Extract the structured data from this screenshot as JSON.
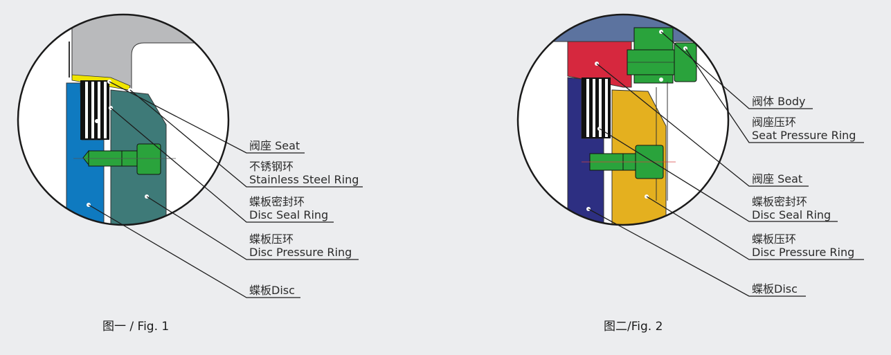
{
  "fig1": {
    "caption": "图一 / Fig. 1",
    "labels": {
      "seat": [
        "阀座 Seat"
      ],
      "steel": [
        "不锈钢环",
        "Stainless Steel Ring"
      ],
      "disc_seal": [
        "蝶板密封环",
        "Disc Seal Ring"
      ],
      "disc_pressure": [
        "蝶板压环",
        "Disc Pressure Ring"
      ],
      "disc": [
        "蝶板Disc"
      ]
    }
  },
  "fig2": {
    "caption": "图二/Fig. 2",
    "labels": {
      "body": [
        "阀体 Body"
      ],
      "seat_pressure": [
        "阀座压环",
        "Seat Pressure Ring"
      ],
      "seat": [
        "阀座 Seat"
      ],
      "disc_seal": [
        "蝶板密封环",
        "Disc Seal Ring"
      ],
      "disc_pressure": [
        "蝶板压环",
        "Disc Pressure Ring"
      ],
      "disc": [
        "蝶板Disc"
      ]
    }
  },
  "colors": {
    "background": "#ecedef",
    "fig1_body": "#b9babc",
    "fig1_disc": "#0f7ac0",
    "fig1_pressure_ring": "#3e7a78",
    "fig1_seat": "#f0e500",
    "fig2_body": "#5c739f",
    "fig2_seat": "#d6283e",
    "fig2_disc": "#2d2f82",
    "fig2_pressure_ring": "#e4b01f",
    "bolt": "#2aa33c"
  }
}
